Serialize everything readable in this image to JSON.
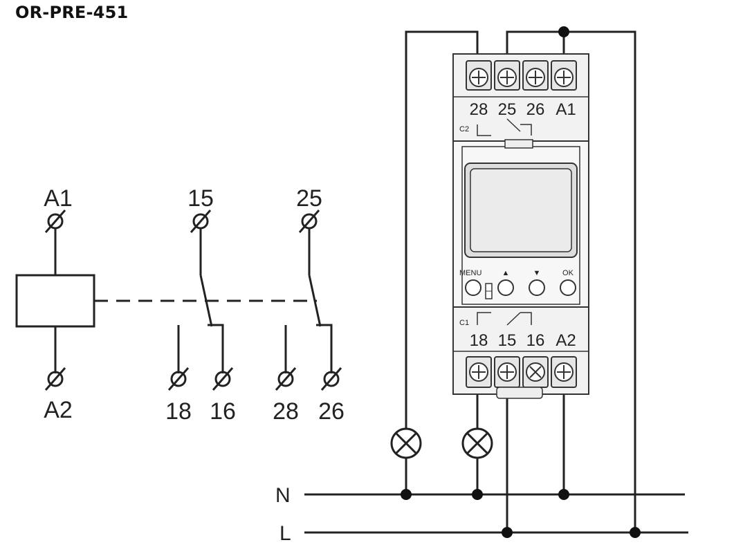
{
  "title": "OR-PRE-451",
  "schematic": {
    "coil_top": "A1",
    "coil_bottom": "A2",
    "contact1_common": "15",
    "contact1_nc": "18",
    "contact1_no": "16",
    "contact2_common": "25",
    "contact2_nc": "28",
    "contact2_no": "26"
  },
  "device": {
    "top_terminals": [
      "28",
      "25",
      "26",
      "A1"
    ],
    "bottom_terminals": [
      "18",
      "15",
      "16",
      "A2"
    ],
    "c2_label": "C2",
    "c1_label": "C1",
    "buttons": {
      "menu": "MENU",
      "up": "▲",
      "down": "▼",
      "ok": "OK"
    }
  },
  "bus": {
    "neutral": "N",
    "line": "L"
  }
}
